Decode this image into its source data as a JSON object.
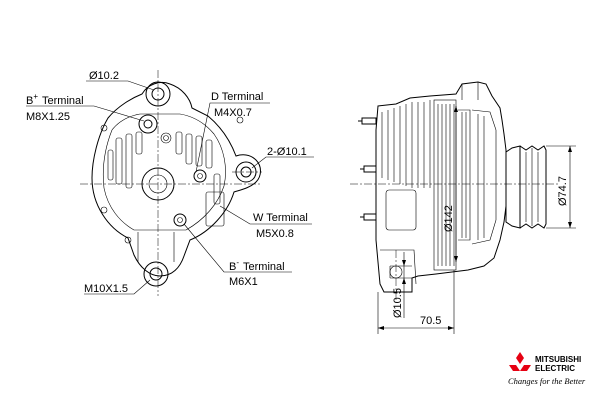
{
  "labels": {
    "bore_top": "Ø10.2",
    "b_plus_letter": "B",
    "b_plus_sup": "+",
    "b_plus_word": "Terminal",
    "b_plus_thread": "M8X1.25",
    "d_terminal": "D Terminal",
    "d_thread": "M4X0.7",
    "mount_holes": "2-Ø10.1",
    "w_terminal": "W Terminal",
    "w_thread": "M5X0.8",
    "b_minus_letter": "B",
    "b_minus_sup": "-",
    "b_minus_word": "Terminal",
    "b_minus_thread": "M6X1",
    "bottom_thread": "M10X1.5",
    "dia_142": "Ø142",
    "dia_74_7": "Ø74.7",
    "dim_10_5": "Ø10.5",
    "dim_70_5": "70.5"
  },
  "brand": {
    "name_line1": "MITSUBISHI",
    "name_line2": "ELECTRIC",
    "tagline": "Changes for the Better",
    "logo_color": "#e60012"
  }
}
